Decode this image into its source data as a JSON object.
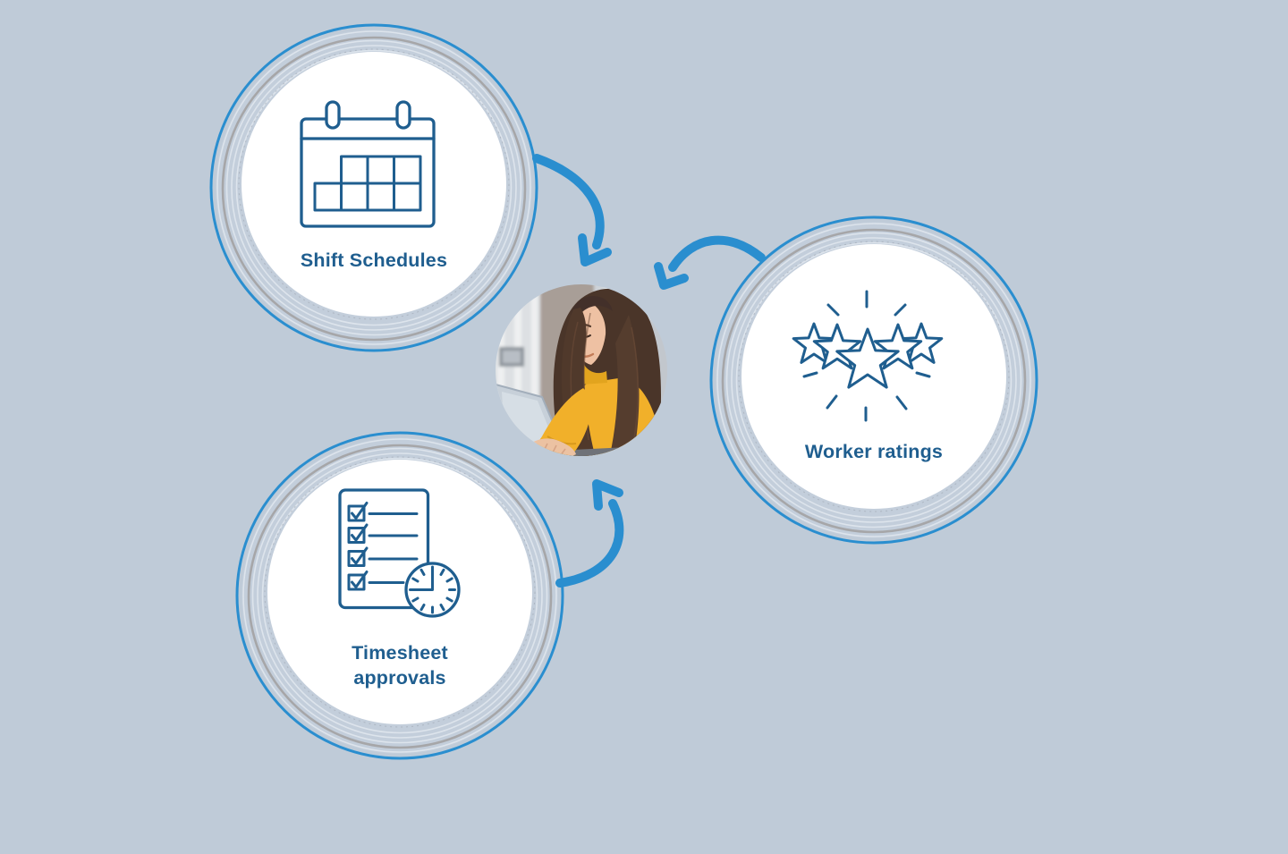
{
  "page": {
    "background_color": "#bfcbd8"
  },
  "palette": {
    "accent_blue": "#2a8ecf",
    "dark_blue": "#1f5e8f",
    "ring_gray": "#a6a6a8",
    "ring_band": "#c3cedb",
    "ripple": "#dde4ec",
    "circle_white": "#ffffff"
  },
  "nodes": {
    "shift_schedules": {
      "label": "Shift Schedules",
      "icon": "calendar-icon"
    },
    "worker_ratings": {
      "label": "Worker ratings",
      "icon": "three-stars-burst-icon"
    },
    "timesheet_approvals": {
      "label_line1": "Timesheet",
      "label_line2": "approvals",
      "icon": "checklist-clock-icon"
    }
  },
  "center": {
    "photo": "woman-in-yellow-sweater-typing-on-laptop"
  },
  "connections": [
    {
      "from": "shift_schedules",
      "to": "center"
    },
    {
      "from": "worker_ratings",
      "to": "center"
    },
    {
      "from": "timesheet_approvals",
      "to": "center"
    }
  ]
}
